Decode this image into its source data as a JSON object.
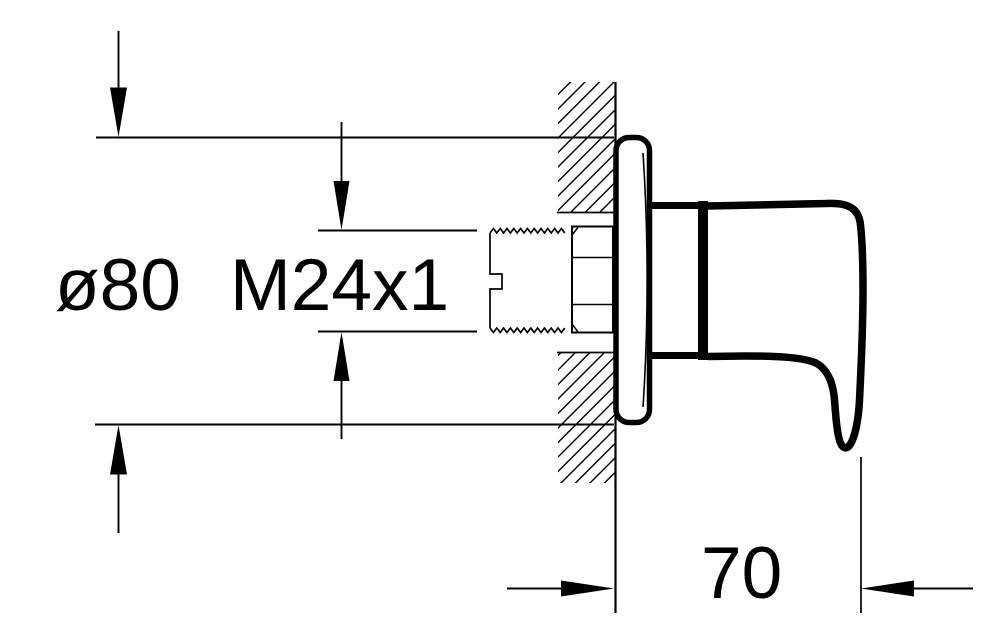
{
  "canvas": {
    "background": "#ffffff",
    "line_color": "#000000"
  },
  "drawing": {
    "labels": {
      "diameter": "ø80",
      "thread": "M24x1",
      "depth": "70"
    }
  }
}
